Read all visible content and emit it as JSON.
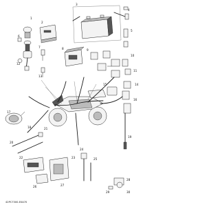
{
  "diagram": {
    "callouts": [
      "1",
      "2",
      "3",
      "4",
      "5",
      "6",
      "7",
      "8",
      "9",
      "10",
      "11",
      "12",
      "13",
      "14",
      "15",
      "16",
      "17",
      "18",
      "19",
      "20",
      "21",
      "22",
      "23",
      "24",
      "25",
      "26",
      "27",
      "28",
      "29",
      "30"
    ],
    "footer_code": "42PC7300-E0A70"
  }
}
